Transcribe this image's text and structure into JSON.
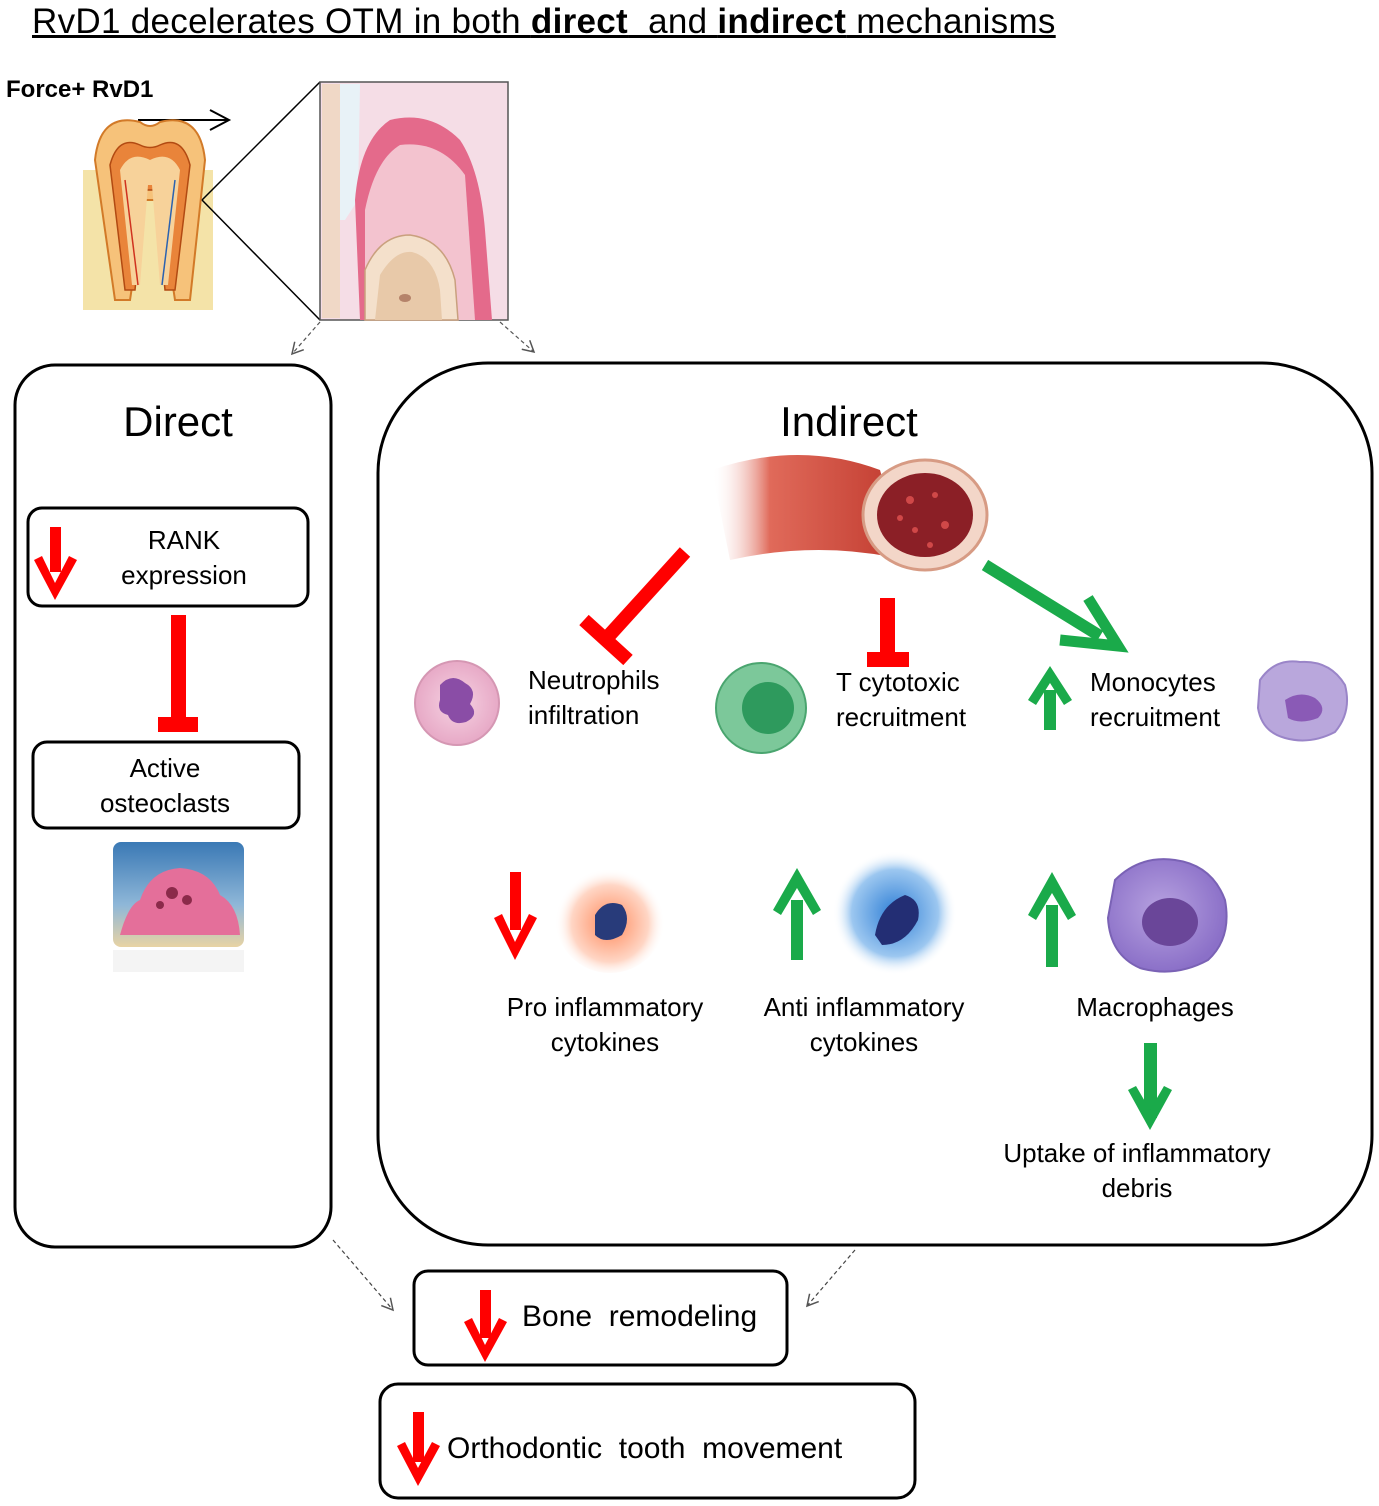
{
  "title": {
    "prefix": "RvD1 decelerates OTM in both ",
    "bold1": "direct",
    "middle": "  and ",
    "bold2": "indirect",
    "suffix": " mechanisms"
  },
  "force_label": "Force+ RvD1",
  "direct": {
    "heading": "Direct",
    "rank_line1": "RANK",
    "rank_line2": "expression",
    "osteo_line1": "Active",
    "osteo_line2": "osteoclasts"
  },
  "indirect": {
    "heading": "Indirect",
    "neutrophils_line1": "Neutrophils",
    "neutrophils_line2": "infiltration",
    "tcyto_line1": "T cytotoxic",
    "tcyto_line2": "recruitment",
    "mono_line1": "Monocytes",
    "mono_line2": "recruitment",
    "pro_line1": "Pro inflammatory",
    "pro_line2": "cytokines",
    "anti_line1": "Anti inflammatory",
    "anti_line2": "cytokines",
    "macrophages": "Macrophages",
    "uptake_line1": "Uptake of inflammatory",
    "uptake_line2": "debris"
  },
  "outcomes": {
    "bone": "Bone  remodeling",
    "otm": "Orthodontic  tooth  movement"
  },
  "colors": {
    "decrease": "#ff0000",
    "increase": "#1aaa4a",
    "box_border": "#000000"
  }
}
